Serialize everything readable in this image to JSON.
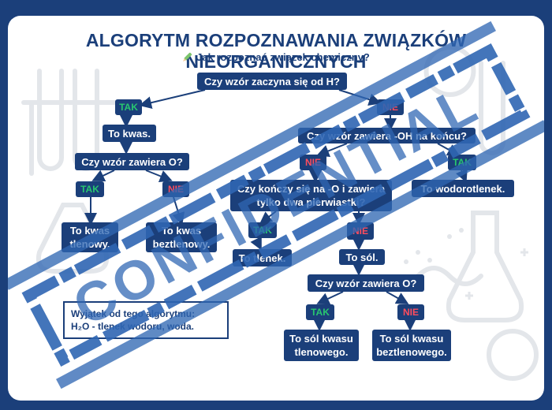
{
  "title": "ALGORYTM ROZPOZNAWANIA ZWIĄZKÓW NIEORGANICZNYCH",
  "subtitle": "Jak rozpoznać związek chemiczny?",
  "nodes": {
    "start": "Czy wzór zaczyna się od H?",
    "acid": "To kwas.",
    "acid_oxygen_q": "Czy wzór zawiera O?",
    "acid_oxy": "To kwas tlenowy.",
    "acid_nonoxy": "To kwas beztlenowy.",
    "oh_q": "Czy wzór zawiera -OH na końcu?",
    "hydroxide": "To wodorotlenek.",
    "oxide_q": "Czy kończy się na -O i zawiera tylko dwa pierwiastki?",
    "oxide": "To tlenek.",
    "salt": "To sól.",
    "salt_oxygen_q": "Czy wzór zawiera O?",
    "salt_oxy": "To sól kwasu tlenowego.",
    "salt_nonoxy": "To sól kwasu beztlenowego."
  },
  "labels": {
    "yes": "TAK",
    "no": "NIE"
  },
  "note": {
    "line1": "Wyjątek od tego algorytmu:",
    "line2": "H₂O - tlenek wodoru, woda."
  },
  "stamp_text": "CONFIDENTIAL",
  "colors": {
    "frame": "#1b3f7a",
    "yes": "#28c76f",
    "no": "#ff4d5e",
    "stamp": "#2f66b3"
  }
}
